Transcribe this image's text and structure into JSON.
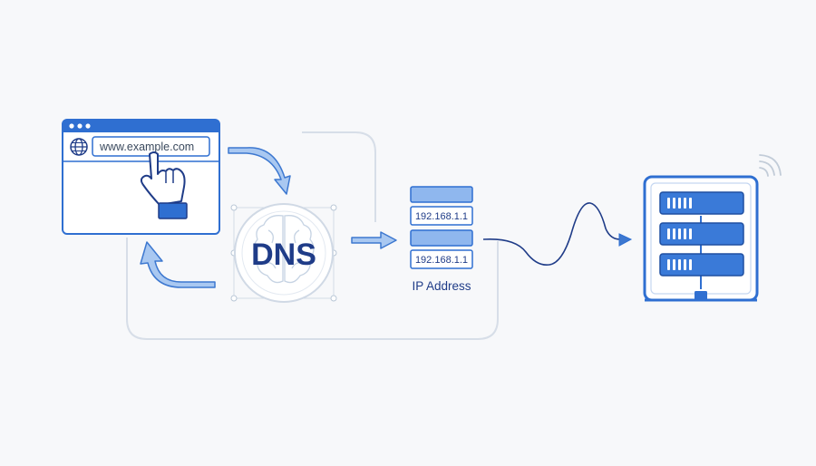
{
  "browser": {
    "url": "www.example.com"
  },
  "dns": {
    "label": "DNS"
  },
  "ip_list": {
    "entries": [
      "192.168.1.1",
      "192.168.1.1"
    ],
    "caption": "IP Address"
  },
  "colors": {
    "primary": "#2f6fd1",
    "primary_dark": "#1f3c88",
    "light_fill": "#8fb7ee",
    "pale_fill": "#dbe8fb",
    "background": "#f7f8fa",
    "outline": "#c9d3df",
    "accent_grey": "#b9c7d6"
  }
}
